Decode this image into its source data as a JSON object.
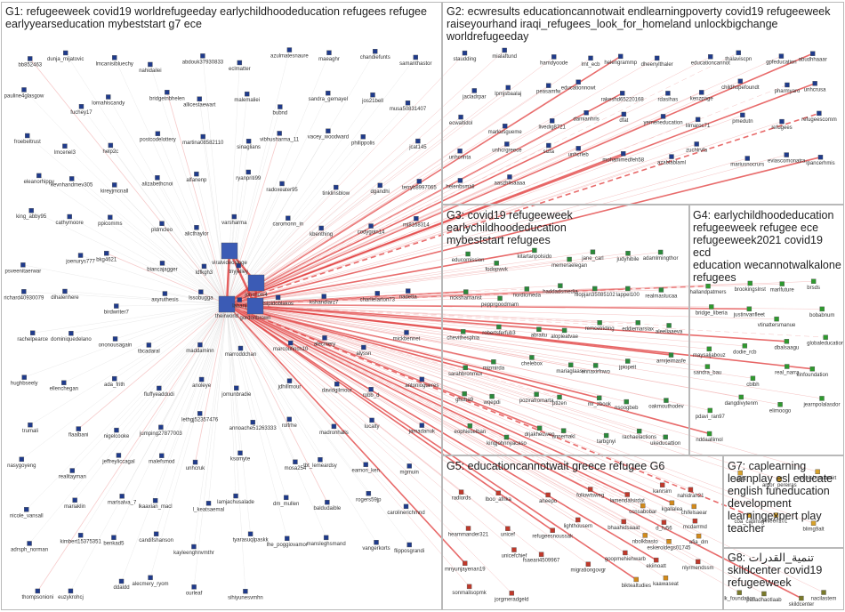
{
  "colors": {
    "edge": "#e03a3a",
    "edge_faint": "#f2b3b3",
    "edge_grey": "#c8c8c8",
    "g1_node": "#1f3b8c",
    "g2_node": "#1f3b8c",
    "g3_node": "#2a8a3a",
    "g4_node": "#2e9a2e",
    "g5_node": "#c0392b",
    "g6_node": "#d38a1a",
    "g7_node": "#d7a12a",
    "g8_node": "#7a7a2a"
  },
  "groups": [
    {
      "id": "G1",
      "title": "G1: refugeeweek covid19 worldrefugeeday earlychildhoodeducation refugees refugee\nearlyyearseducation mybeststart g7 ece"
    },
    {
      "id": "G2",
      "title": "G2: ecwresults educationcannotwait endlearningpoverty covid19 refugeeweek\nraiseyourhand iraqi_refugees_look_for_homeland unlockbigchange worldrefugeeday"
    },
    {
      "id": "G3",
      "title": "G3: covid19 refugeeweek earlychildhoodeducation\nmybeststart refugees"
    },
    {
      "id": "G4",
      "title": "G4: earlychildhoodeducation\nrefugeeweek refugee ece\nrefugeeweek2021 covid19 ecd\neducation wecannotwalkalone\nrefugees"
    },
    {
      "id": "G5",
      "title": "G5: educationcannotwait greece refugee G6"
    },
    {
      "id": "G7",
      "title": "G7: caplearning\nlearnplay esl educate\nenglish funeducation\ndevelopment\nlearningexpert play\nteacher"
    },
    {
      "id": "G8",
      "title": "G8: تنمية_القدرات\nskildcenter covid19\nrefugeeweek"
    }
  ],
  "nodes": {
    "G1": [
      "bb852463",
      "dunja_mijatovic",
      "lmcanisibluechy",
      "nahidailei",
      "abdouk37930833",
      "eclmatter",
      "azulmatesnaure",
      "maeaghr",
      "chandiefunts",
      "samanthastor",
      "pauline4glasgow",
      "fuchey17",
      "lornahiscandy",
      "bridgetnbhelen",
      "allicestaewart",
      "malemaliei",
      "bubnd",
      "sandra_gemayel",
      "jos21bell",
      "musa50831407",
      "froebeltrust",
      "lmcenel3",
      "help2c",
      "postcodelottery",
      "martina08582110",
      "sinaglians",
      "vibhusharma_11",
      "vacey_woodward",
      "philippolis",
      "jcat145",
      "eleanorhippy",
      "kevnhandmev305",
      "kireyjmcnall",
      "alizabethcnoi",
      "alfanenp",
      "ryanpriti99",
      "radoxeater95",
      "tinklinsblow",
      "dgandhi",
      "terryb8997065",
      "king_abby95",
      "cathymoore",
      "ppicomms",
      "pldmcleo",
      "alicthaylor",
      "varsharma",
      "caromonn_in",
      "kbenthing",
      "codygoin14",
      "mi8168314",
      "psveenitaerwar",
      "joenurys777",
      "bkg4621",
      "biancajagger",
      "ldfkgh3",
      "tnyjelley",
      "viralvideosloge",
      "theirworld",
      "gordonbrown",
      "jonsnow4",
      "richard40930079",
      "dihalenhere",
      "birdwriter7",
      "axyruthesis",
      "lssobugga",
      "labanj",
      "tsipidoblakos",
      "kshandlarz7",
      "charlielarton73",
      "nadetta",
      "rachelpearce",
      "dominiquedelano",
      "ononousagain",
      "tbcadaral",
      "maddaminn",
      "marroddchan",
      "marcoufinch10",
      "alecmery",
      "alyssn",
      "mickbennet",
      "hughbseely",
      "ellenchegan",
      "ada_frith",
      "fluffyeaddudi",
      "anoleye",
      "jomunbradie",
      "jdhillmour",
      "davidgilmour",
      "robb_d",
      "antoniogueres",
      "trumali",
      "flaalbani",
      "nigelcooke",
      "jumping27877003",
      "lethgj52357476",
      "annoache51263333",
      "rolfrhe",
      "madronhalls",
      "lucalty",
      "jamadanuk",
      "nasygoyeng",
      "realitayman",
      "jeffreyliccagal",
      "malefsmod",
      "unhcruk",
      "ksomyte",
      "mosa254",
      "tbt_lemeardsy",
      "eamon_ken",
      "mgmuin",
      "nicole_vansall",
      "mariaklin",
      "marlsalva_7",
      "lkaaxian_macl",
      "l_keatsaemal",
      "lamjachusalade",
      "dm_mullen",
      "baldudaible",
      "rogers59jp",
      "carolinerichmnd",
      "adrsph_norman",
      "kimbert15375351",
      "benkad5",
      "candifshanson",
      "kayleenghnvmthr",
      "tyarasuqlpaskk",
      "lhe_poggiovamor",
      "mansleghsmand",
      "vangerkorts",
      "flipposgrandi",
      "thompsonioni",
      "euzykrohcj",
      "ddaldd",
      "alecmery_ryom",
      "ourleaf",
      "sihiyunesvmhn"
    ],
    "G2": [
      "staudding",
      "mialaftund",
      "hamdyoode",
      "lmt_ecb",
      "helengrammp",
      "dheenylthaler",
      "educationcannot",
      "thalaviscpn",
      "gpfeducation",
      "abudhhaaar",
      "jaciadrpar",
      "lpmjsbaalaj",
      "peasamfw",
      "educationnowt",
      "rakeshd65220168",
      "rdasihas",
      "kenzpage",
      "childhopefoundt",
      "pharmyaro",
      "unhcrusa",
      "ecwaltidol",
      "markusgueme",
      "livedig8721",
      "damianhrls",
      "dfat",
      "yemeneducation",
      "lilmaroc71",
      "pmedutn",
      "refugees",
      "refugeescomm",
      "unhcrinta",
      "unhcrgreece",
      "sizta",
      "unhcrleb",
      "mohammedfeh58",
      "azablablaml",
      "zuchlrvfa",
      "mariusnocrurs",
      "eviascomonatra",
      "lpancerhmis",
      "helenbsmall",
      "aaszhlisaaaa"
    ],
    "G3": [
      "educomission",
      "fodopwvk",
      "kitartanpolsido",
      "memeraelegan",
      "jane_carl",
      "judyhibile",
      "adamlmingthor",
      "ncksharnanst",
      "pepprgoodmam",
      "nordicmeda",
      "haddadsmedia",
      "nlopjan35085102",
      "lappel100",
      "realmastucaa",
      "chevithesphia",
      "robertsferfub3",
      "abraitu",
      "alopieatvae",
      "remcetriding",
      "eddiemarsiax",
      "aleeliaaeva",
      "sarahbronmux",
      "mizmirda",
      "chelebox",
      "mariaglaasu",
      "ennaxirfnwo",
      "jpiopeit",
      "arnrjeimasfe",
      "ghuba9",
      "wqepdi",
      "pozirafromarta",
      "ptlzen",
      "mr_zbook",
      "nsoogbeb",
      "oakmouthodev",
      "eophieselban",
      "kingjohnnyacaso",
      "drjakheuwen",
      "annemakl",
      "tarbgnyi",
      "rachaelactions",
      "ukeducattion"
    ],
    "G4": [
      "hallandpatmers",
      "brookingslnst",
      "marlfuture",
      "brsds",
      "bridge_liberia",
      "justinvanfleet",
      "vtinattersmanue",
      "bobabnum",
      "maysaljabouz",
      "dodie_rcb",
      "dbalsaagu",
      "globaleducation",
      "sandra_bau",
      "cblbh",
      "real_narra",
      "kinfoundation",
      "pdavi_ran97",
      "dangdivytenm",
      "elimoogo",
      "jearnpolalasdor",
      "nddaallimol"
    ],
    "G5": [
      "radlords",
      "lboo_afrika",
      "aheepo",
      "followtsweg",
      "lamendalsirdat",
      "kanrsim",
      "nahidrah21",
      "heammander321",
      "unicef",
      "refugeesnoussak",
      "lighthousem",
      "bhaahidsaaat",
      "d_fu56",
      "mcdarrmd",
      "mnyunjayenan19",
      "unicefchief",
      "fsaeari4509967",
      "migrationgovgr",
      "goopmehiehwarb",
      "ekiinoatt",
      "nlyrmendssm",
      "sonmalisopmk",
      "jorgmeradgeld"
    ],
    "G6": [
      "ccnsabobar",
      "kgallalea",
      "chifelsaear",
      "nbolkbasto",
      "eskeroldegs01745",
      "afia_dm",
      "biktealtudies",
      "kaawaseat"
    ],
    "G7": [
      "ugifa",
      "amor_pereiras",
      "mchisbomamtirt",
      "coa_capinsg",
      "vlieen101",
      "blimg9alt"
    ],
    "G8": [
      "lk_foundation",
      "pasadhaotlaab",
      "skildcenter",
      "nacilastem"
    ]
  }
}
